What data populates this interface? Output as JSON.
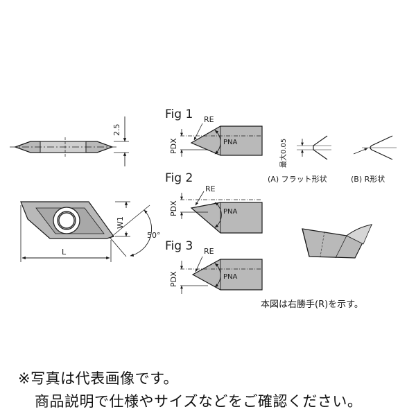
{
  "figures": {
    "fig1": {
      "title": "Fig 1",
      "re": "RE",
      "pdx": "PDX",
      "pna": "PNA"
    },
    "fig2": {
      "title": "Fig 2",
      "re": "RE",
      "pdx": "PDX",
      "pna": "PNA"
    },
    "fig3": {
      "title": "Fig 3",
      "re": "RE",
      "pdx": "PDX",
      "pna": "PNA"
    }
  },
  "insert": {
    "thickness": "2.5",
    "width": "W1",
    "length": "L",
    "angle": "50°"
  },
  "tip_shapes": {
    "max_label": "最大0.05",
    "flat_caption": "(A) フラット形状",
    "round_caption": "(B) R形状"
  },
  "note": "本図は右勝手(R)を示す。",
  "footer": {
    "line1": "※写真は代表画像です。",
    "line2": "商品説明で仕様やサイズなどをご確認ください。"
  },
  "colors": {
    "fill": "#b9b9b9",
    "stroke": "#1a1a1a"
  }
}
